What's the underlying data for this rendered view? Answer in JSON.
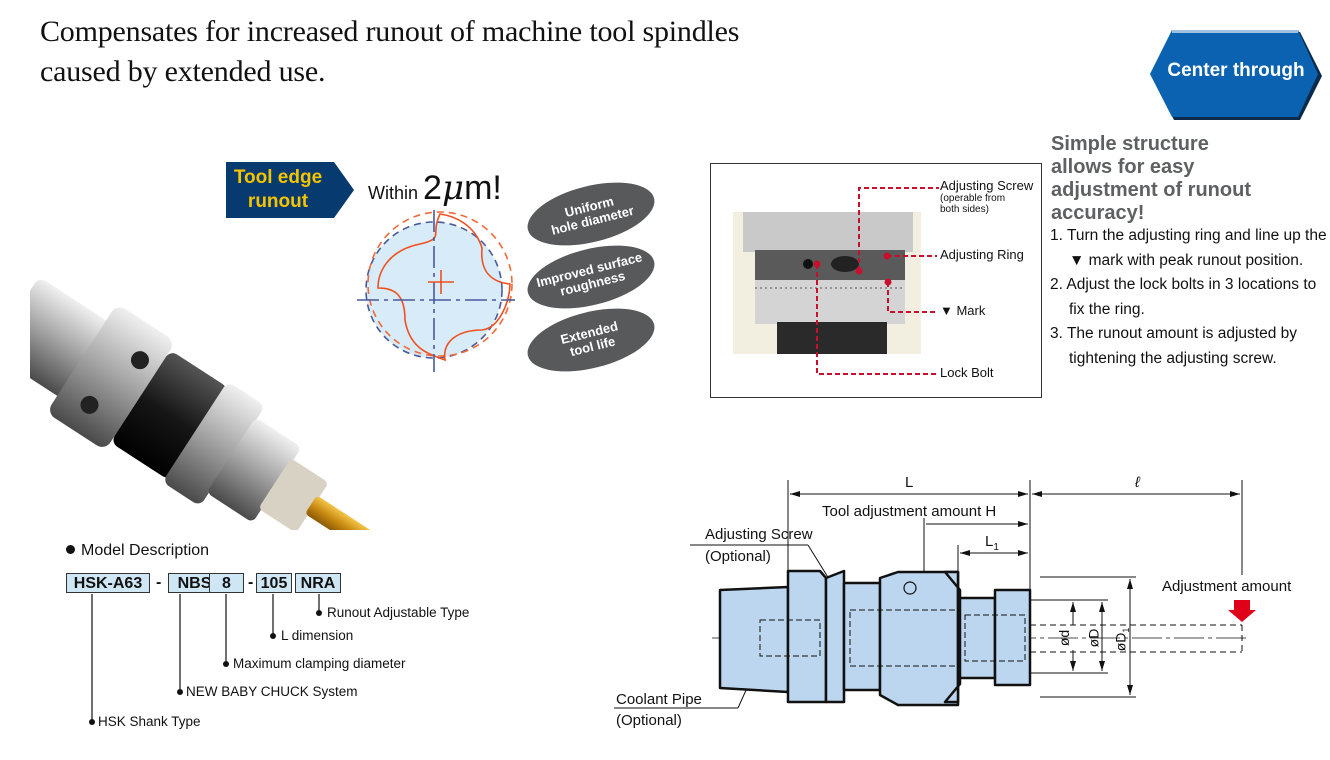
{
  "headline": {
    "line1": "Compensates for increased runout of machine tool spindles",
    "line2": "caused by extended use."
  },
  "badge": {
    "label": "Center through",
    "color": "#0a62b0"
  },
  "runout": {
    "badge_line1": "Tool edge",
    "badge_line2": "runout",
    "badge_bg": "#073a6e",
    "badge_text_color": "#f5c400",
    "within_prefix": "Within",
    "within_value": "2",
    "within_unit_mu": "μ",
    "within_unit_rest": "m!"
  },
  "benefits": [
    {
      "line1": "Uniform",
      "line2": "hole diameter"
    },
    {
      "line1": "Improved surface",
      "line2": "roughness"
    },
    {
      "line1": "Extended",
      "line2": "tool life"
    }
  ],
  "photo_callouts": {
    "adjusting_screw": "Adjusting Screw",
    "adjusting_screw_note1": "(operable from",
    "adjusting_screw_note2": "both sides)",
    "adjusting_ring": "Adjusting Ring",
    "mark": "▼ Mark",
    "lock_bolt": "Lock Bolt",
    "callout_color": "#c8102e"
  },
  "feature": {
    "heading_line1": "Simple structure",
    "heading_line2": "allows for easy",
    "heading_line3": "adjustment of runout",
    "heading_line4": "accuracy!",
    "steps": [
      "1. Turn the adjusting ring and line up the ▼ mark with peak runout position.",
      "2. Adjust the lock bolts in 3 locations to fix the ring.",
      "3. The runout amount is adjusted by tightening the adjusting screw."
    ]
  },
  "model": {
    "title": "Model Description",
    "codes": [
      "HSK-A63",
      "NBS",
      "8",
      "105",
      "NRA"
    ],
    "separator": "-",
    "descriptions": {
      "nra": "Runout Adjustable Type",
      "l_dim": "L dimension",
      "max_clamp": "Maximum clamping diameter",
      "nbs": "NEW BABY CHUCK System",
      "hsk": "HSK Shank Type"
    }
  },
  "drawing": {
    "L": "L",
    "ell": "ℓ",
    "tool_adjust": "Tool adjustment amount H",
    "L1": "L",
    "L1_sub": "1",
    "adjusting_screw": "Adjusting Screw",
    "adjusting_screw_opt": "(Optional)",
    "coolant_pipe": "Coolant Pipe",
    "coolant_pipe_opt": "(Optional)",
    "adjustment_amount": "Adjustment amount",
    "od": "ød",
    "oD": "øD",
    "oD1": "øD",
    "oD1_sub": "1",
    "body_fill": "#bcd6ef",
    "arrow_color": "#e0001a"
  }
}
